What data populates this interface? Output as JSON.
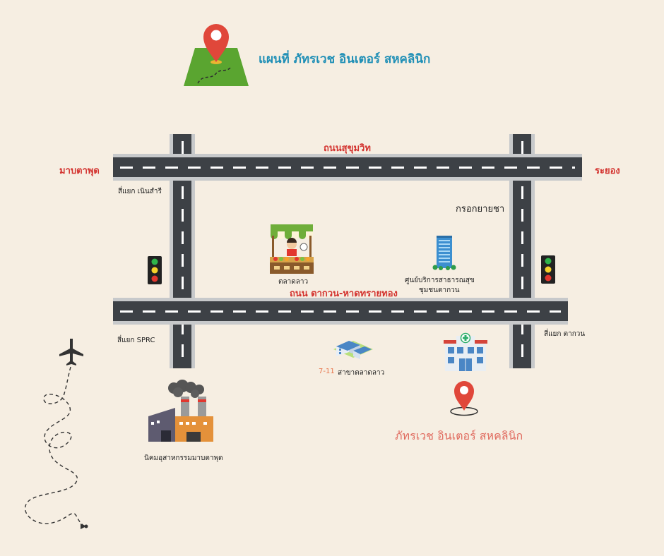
{
  "title": "แผนที่ ภัทรเวช อินเตอร์ สหคลินิก",
  "roads": {
    "top": "ถนนสุขุมวิท",
    "middle": "ถนน ตากวน-หาดทรายทอง"
  },
  "directions": {
    "left": "มาบตาพุด",
    "right": "ระยอง"
  },
  "intersections": {
    "top_left": "สี่แยก เนินสำรี",
    "bottom_left": "สี่แยก SPRC",
    "bottom_right": "สี่แยก ตากวน",
    "top_right": "กรอกยายชา"
  },
  "places": {
    "market": "ตลาดลาว",
    "health_center_line1": "ศูนย์บริการสาธารณสุข",
    "health_center_line2": "ชุมชนตากวน",
    "seven_eleven_brand": "7-11",
    "seven_eleven_branch": "สาขาตลาดลาว",
    "industrial": "นิคมอุสาหกรรมมาบตาพุด",
    "clinic": "ภัทรเวช อินเตอร์ สหคลินิก"
  },
  "colors": {
    "background": "#f6eee2",
    "road": "#3d4146",
    "road_edge": "#c7c9cb",
    "title": "#1f8fb6",
    "road_label": "#d3332f",
    "clinic_label": "#e06a5e",
    "pin": "#e0473a"
  }
}
